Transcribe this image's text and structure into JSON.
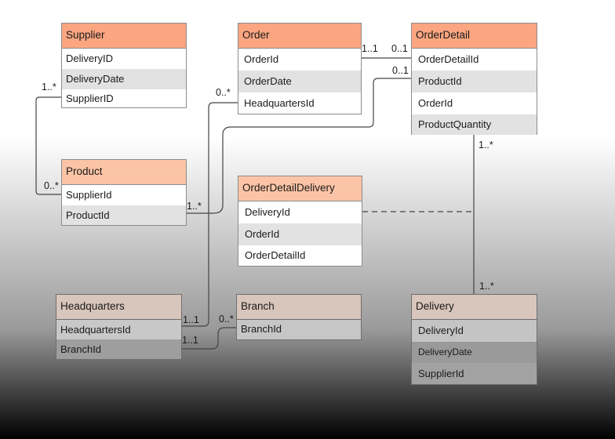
{
  "colors": {
    "header_orange": "#fba681",
    "header_peach": "#fcc4a6",
    "header_taupe": "#d8c5bb",
    "row_alt": "#e2e2e2",
    "line": "#444444"
  },
  "entities": {
    "supplier": {
      "name": "Supplier",
      "fields": [
        "DeliveryID",
        "DeliveryDate",
        "SupplierID"
      ]
    },
    "order": {
      "name": "Order",
      "fields": [
        "OrderId",
        "OrderDate",
        "HeadquartersId"
      ]
    },
    "orderdetail": {
      "name": "OrderDetail",
      "fields": [
        "OrderDetailId",
        "ProductId",
        "OrderId",
        "ProductQuantity"
      ]
    },
    "product": {
      "name": "Product",
      "fields": [
        "SupplierId",
        "ProductId"
      ]
    },
    "orderdetaildelivery": {
      "name": "OrderDetailDelivery",
      "fields": [
        "DeliveryId",
        "OrderId",
        "OrderDetailId"
      ]
    },
    "headquarters": {
      "name": "Headquarters",
      "fields": [
        "HeadquartersId",
        "BranchId"
      ]
    },
    "branch": {
      "name": "Branch",
      "fields": [
        "BranchId"
      ]
    },
    "delivery": {
      "name": "Delivery",
      "fields": [
        "DeliveryId",
        "DeliveryDate",
        "SupplierId"
      ]
    }
  },
  "cardinalities": {
    "supplier_product_top": "1..*",
    "supplier_product_bottom": "0..*",
    "order_orderdetail_left": "1..1",
    "order_orderdetail_right": "0..1",
    "productid_right": "0..1",
    "order_hq_top": "0..*",
    "product_right": "1..*",
    "hq_order": "1..1",
    "hq_branch": "1..1",
    "branch_left": "0..*",
    "orderdetail_bottom": "1..*",
    "delivery_top": "1..*"
  }
}
